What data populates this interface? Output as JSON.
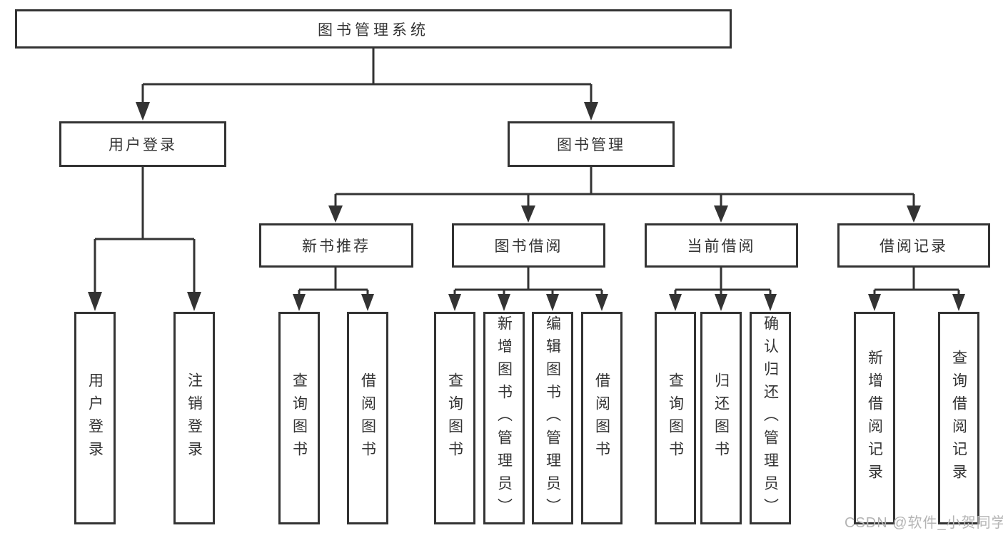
{
  "diagram": {
    "title_node": "图书管理系统",
    "level2": {
      "user_login": "用户登录",
      "book_mgmt": "图书管理"
    },
    "level3": {
      "new_book": "新书推荐",
      "book_borrow": "图书借阅",
      "current_borrow": "当前借阅",
      "borrow_record": "借阅记录"
    },
    "leaves": {
      "user": [
        "用户登录",
        "注销登录"
      ],
      "newbook": [
        "查询图书",
        "借阅图书"
      ],
      "borrow": [
        "查询图书",
        "新增图书（管理员）",
        "编辑图书（管理员）",
        "借阅图书"
      ],
      "current": [
        "查询图书",
        "归还图书",
        "确认归还（管理员）"
      ],
      "record": [
        "新增借阅记录",
        "查询借阅记录"
      ]
    },
    "watermark": "CSDN @软件_小贺同学",
    "colors": {
      "line": "#333333",
      "box_border": "#333333",
      "box_fill": "#ffffff",
      "text": "#333333",
      "watermark": "#b4b4b4"
    }
  }
}
